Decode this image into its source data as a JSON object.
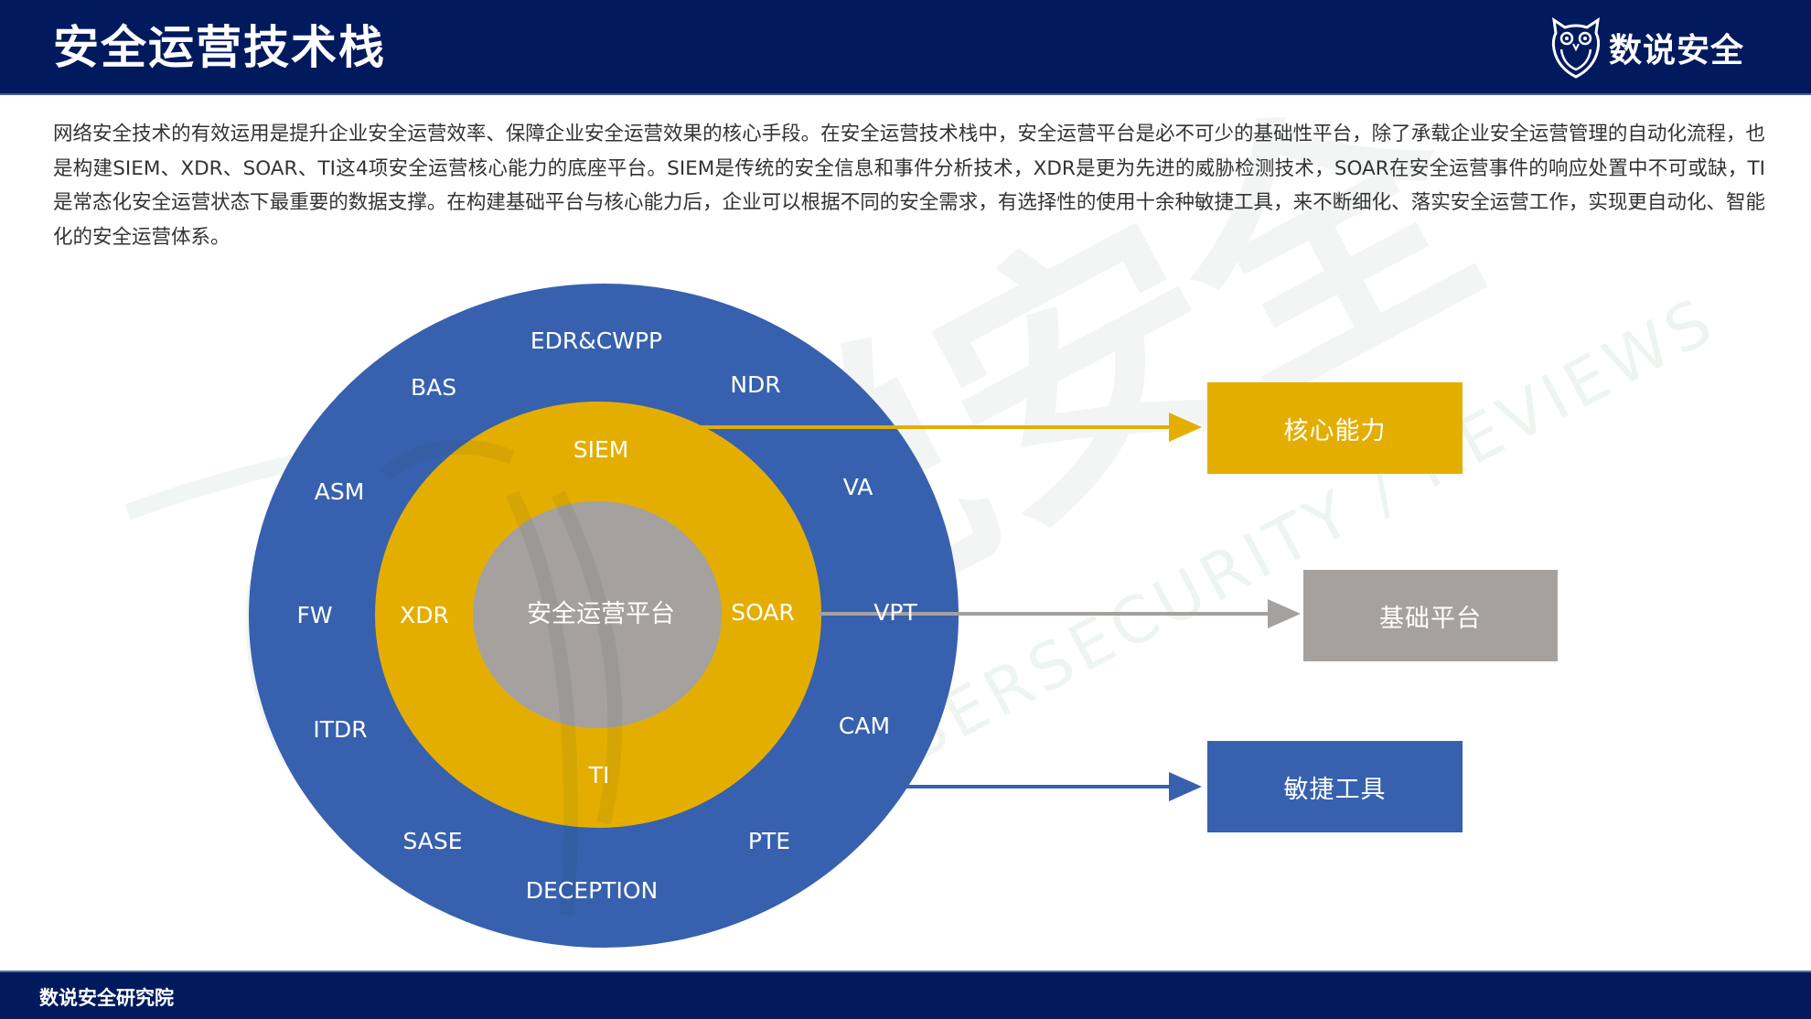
{
  "header": {
    "title": "安全运营技术栈",
    "logo_text": "数说安全",
    "logo_icon": "owl-icon",
    "background_color": "#011a5e"
  },
  "intro": {
    "text": "网络安全技术的有效运用是提升企业安全运营效率、保障企业安全运营效果的核心手段。在安全运营技术栈中，安全运营平台是必不可少的基础性平台，除了承载企业安全运营管理的自动化流程，也是构建SIEM、XDR、SOAR、TI这4项安全运营核心能力的底座平台。SIEM是传统的安全信息和事件分析技术，XDR是更为先进的威胁检测技术，SOAR在安全运营事件的响应处置中不可或缺，TI是常态化安全运营状态下最重要的数据支撑。在构建基础平台与核心能力后，企业可以根据不同的安全需求，有选择性的使用十余种敏捷工具，来不断细化、落实安全运营工作，实现更自动化、智能化的安全运营体系。"
  },
  "diagram": {
    "center": {
      "label": "安全运营平台",
      "color": "#a5a19f"
    },
    "core_ring": {
      "color": "#e4ae00",
      "items": [
        {
          "label": "SIEM"
        },
        {
          "label": "XDR"
        },
        {
          "label": "SOAR"
        },
        {
          "label": "TI"
        }
      ]
    },
    "outer_ring": {
      "color": "#3761ae",
      "items": [
        {
          "label": "EDR&CWPP"
        },
        {
          "label": "BAS"
        },
        {
          "label": "NDR"
        },
        {
          "label": "ASM"
        },
        {
          "label": "VA"
        },
        {
          "label": "FW"
        },
        {
          "label": "VPT"
        },
        {
          "label": "ITDR"
        },
        {
          "label": "CAM"
        },
        {
          "label": "SASE"
        },
        {
          "label": "PTE"
        },
        {
          "label": "DECEPTION"
        }
      ]
    },
    "legend": [
      {
        "label": "核心能力",
        "color": "#e4ae00"
      },
      {
        "label": "基础平台",
        "color": "#a5a19f"
      },
      {
        "label": "敏捷工具",
        "color": "#3761ae"
      }
    ]
  },
  "footer": {
    "text": "数说安全研究院"
  }
}
